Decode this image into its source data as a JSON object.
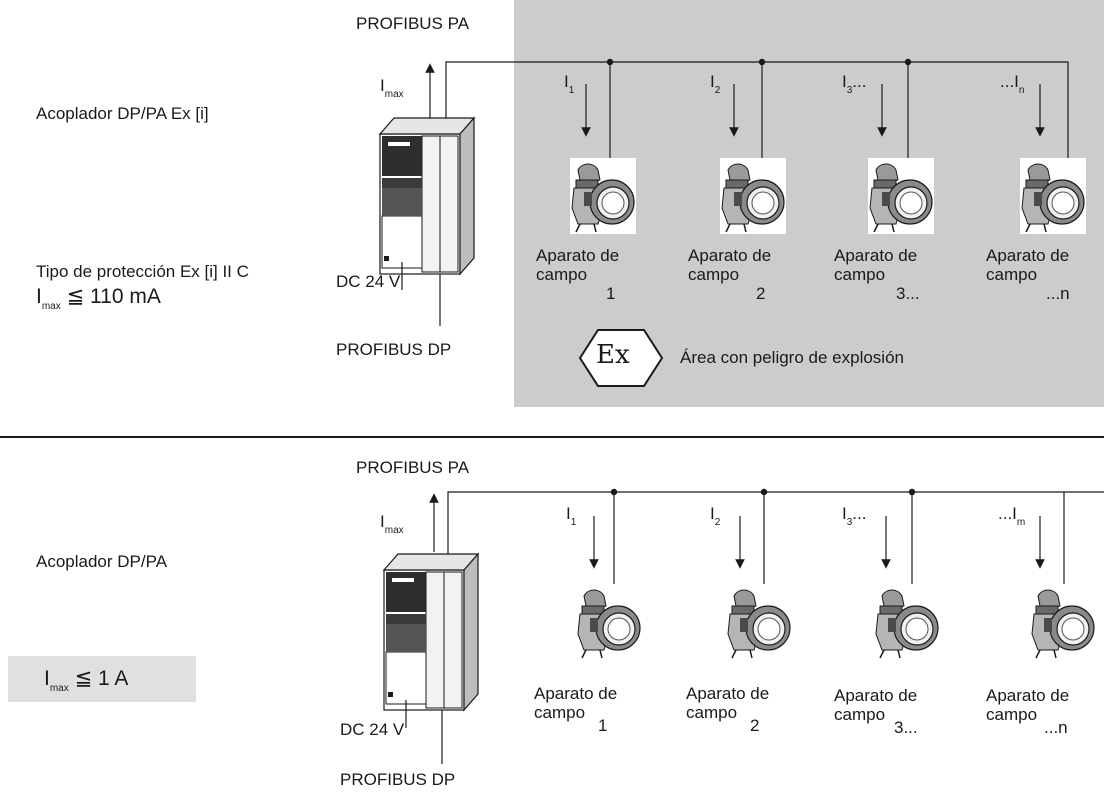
{
  "top": {
    "bus_pa": "PROFIBUS PA",
    "coupler": "Acoplador DP/PA Ex [i]",
    "protection": "Tipo de protección Ex [i] II C",
    "imax_main": "I",
    "imax_sub": "max",
    "imax_rest": " ≦ 110 mA",
    "supply_current_main": "I",
    "supply_current_sub": "max",
    "dc": "DC 24 V",
    "bus_dp": "PROFIBUS DP",
    "ex_symbol": "Ex",
    "hazard_text": "Área con peligro de explosión",
    "currents": [
      {
        "pre": "I",
        "sub": "1",
        "post": ""
      },
      {
        "pre": "I",
        "sub": "2",
        "post": ""
      },
      {
        "pre": "I",
        "sub": "3",
        "post": "..."
      },
      {
        "pre": "...I",
        "sub": "n",
        "post": ""
      }
    ],
    "devices": [
      {
        "l1": "Aparato de",
        "l2": "campo",
        "l3": "1"
      },
      {
        "l1": "Aparato de",
        "l2": "campo",
        "l3": "2"
      },
      {
        "l1": "Aparato de",
        "l2": "campo",
        "l3": "3..."
      },
      {
        "l1": "Aparato de",
        "l2": "campo",
        "l3": "...n"
      }
    ]
  },
  "bottom": {
    "bus_pa": "PROFIBUS PA",
    "coupler": "Acoplador DP/PA",
    "imax_main": "I",
    "imax_sub": "max",
    "imax_rest": " ≦ 1 A",
    "supply_current_main": "I",
    "supply_current_sub": "max",
    "dc": "DC 24 V",
    "bus_dp": "PROFIBUS DP",
    "currents": [
      {
        "pre": "I",
        "sub": "1",
        "post": ""
      },
      {
        "pre": "I",
        "sub": "2",
        "post": ""
      },
      {
        "pre": "I",
        "sub": "3",
        "post": "..."
      },
      {
        "pre": "...I",
        "sub": "m",
        "post": ""
      }
    ],
    "devices": [
      {
        "l1": "Aparato de",
        "l2": "campo",
        "l3": "1"
      },
      {
        "l1": "Aparato de",
        "l2": "campo",
        "l3": "2"
      },
      {
        "l1": "Aparato de",
        "l2": "campo",
        "l3": "3..."
      },
      {
        "l1": "Aparato de",
        "l2": "campo",
        "l3": "...n"
      }
    ]
  }
}
